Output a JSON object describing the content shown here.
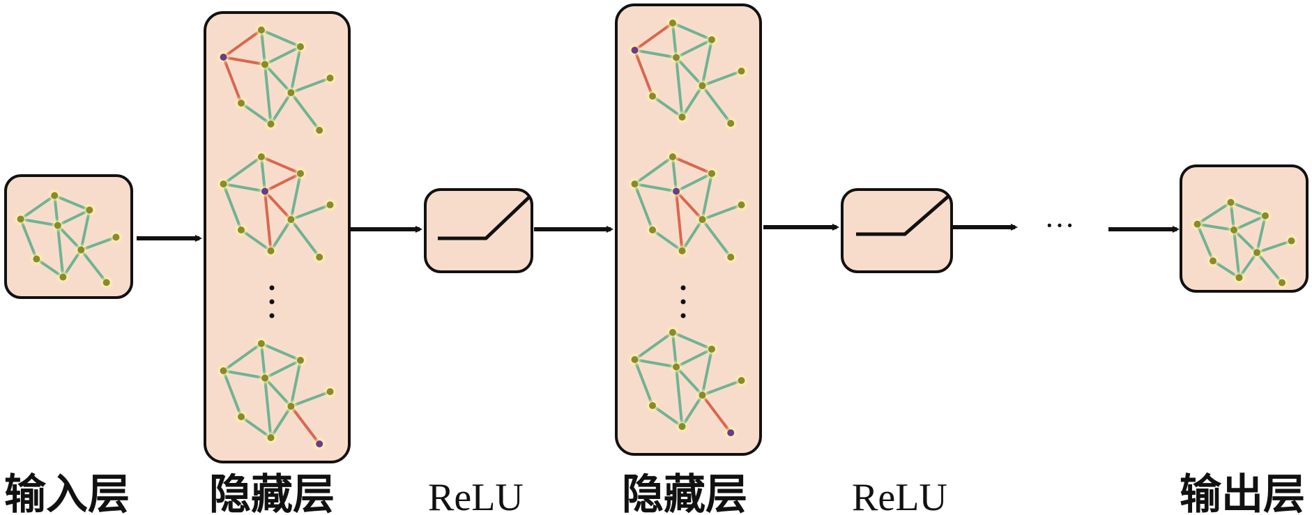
{
  "labels": {
    "input": "输入层",
    "hidden_1": "隐藏层",
    "relu_1": "ReLU",
    "hidden_2": "隐藏层",
    "relu_2": "ReLU",
    "output": "输出层"
  },
  "ellipsis": "···",
  "colors": {
    "box_fill": "#f8dccb",
    "box_stroke": "#111111",
    "edge_normal": "#6fb393",
    "edge_active": "#d9674f",
    "node": "#8a8a2a",
    "node_active": "#6b3a8c",
    "arrow": "#111111"
  }
}
